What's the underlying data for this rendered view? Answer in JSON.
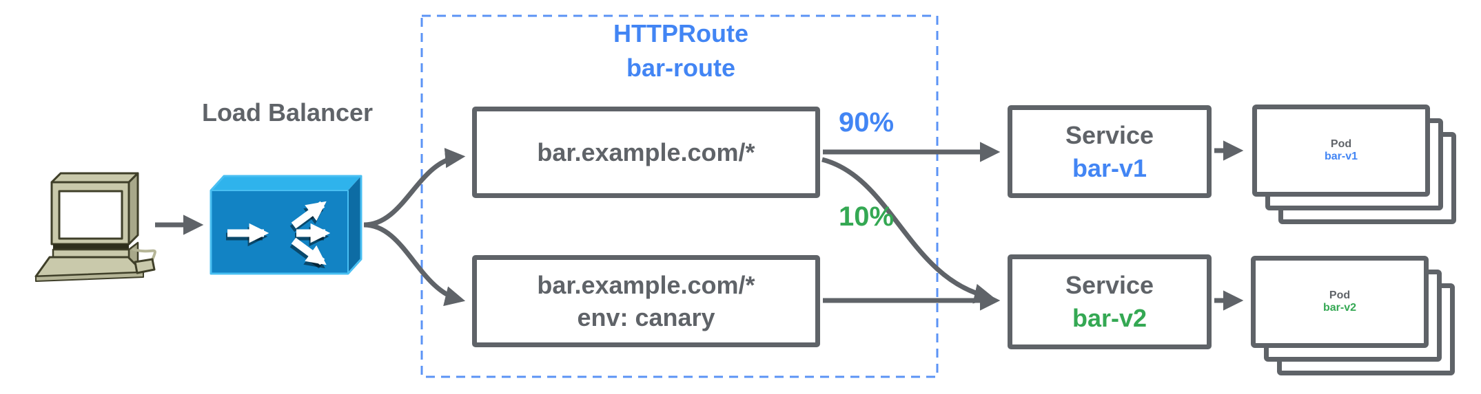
{
  "client": {
    "icon": "desktop-computer-icon"
  },
  "load_balancer": {
    "label": "Load Balancer",
    "icon": "load-balancer-icon"
  },
  "httproute_group": {
    "title_line1": "HTTPRoute",
    "title_line2": "bar-route"
  },
  "routes": [
    {
      "lines": [
        "bar.example.com/*"
      ]
    },
    {
      "lines": [
        "bar.example.com/*",
        "env: canary"
      ]
    }
  ],
  "traffic_split": {
    "primary": "90%",
    "canary": "10%"
  },
  "services": [
    {
      "type_label": "Service",
      "name": "bar-v1",
      "color": "#4285F4"
    },
    {
      "type_label": "Service",
      "name": "bar-v2",
      "color": "#34A853"
    }
  ],
  "pods": [
    {
      "type_label": "Pod",
      "name": "bar-v1",
      "color": "#4285F4"
    },
    {
      "type_label": "Pod",
      "name": "bar-v2",
      "color": "#34A853"
    }
  ],
  "colors": {
    "accent_blue": "#4285F4",
    "accent_green": "#34A853",
    "text_gray": "#5F6368",
    "arrow_gray": "#5F6368",
    "dashed_border_blue": "#5B93F5",
    "lb_top": "#2FB3EC",
    "lb_front": "#1283C4",
    "lb_side": "#0D6CA4",
    "lb_outline": "#49BFF2",
    "computer_body": "#C9C9AB",
    "computer_shade": "#A8A88A",
    "computer_outline": "#3F3F29"
  }
}
